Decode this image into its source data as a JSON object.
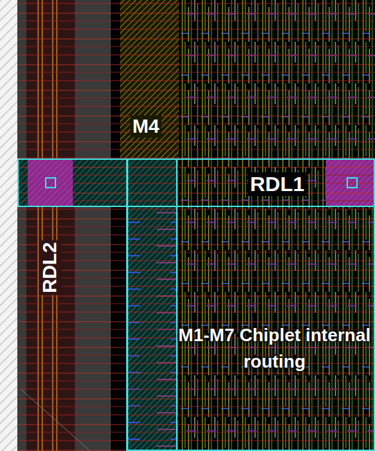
{
  "diagram": {
    "nodes": [
      {
        "text": [
          "RDL2"
        ]
      },
      {
        "text": [
          "RDL1"
        ]
      },
      {
        "text": [
          "M1-M7 Chiplet internal routing"
        ]
      }
    ],
    "labels": [
      "M4"
    ]
  }
}
